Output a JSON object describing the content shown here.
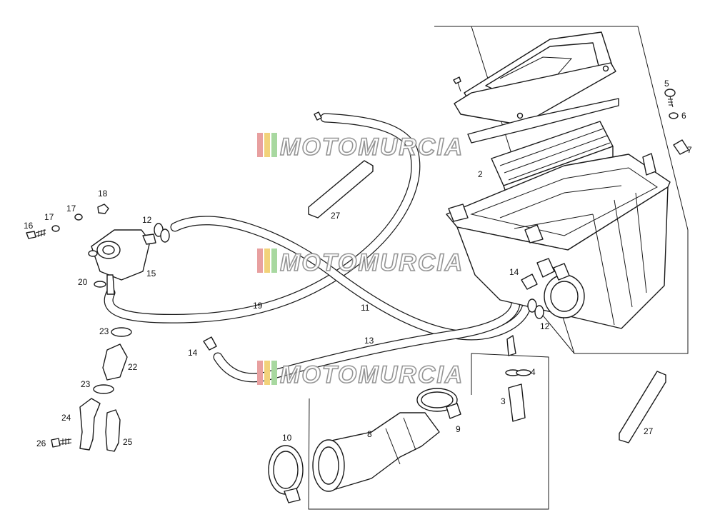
{
  "diagram": {
    "callouts": [
      {
        "id": "c1",
        "text": "2"
      },
      {
        "id": "c2",
        "text": "5"
      },
      {
        "id": "c3",
        "text": "6"
      },
      {
        "id": "c4",
        "text": "7"
      },
      {
        "id": "c5",
        "text": "27"
      },
      {
        "id": "c6",
        "text": "18"
      },
      {
        "id": "c7",
        "text": "17"
      },
      {
        "id": "c8",
        "text": "17"
      },
      {
        "id": "c9",
        "text": "16"
      },
      {
        "id": "c10",
        "text": "12"
      },
      {
        "id": "c11",
        "text": "15"
      },
      {
        "id": "c12",
        "text": "20"
      },
      {
        "id": "c13",
        "text": "19"
      },
      {
        "id": "c14",
        "text": "11"
      },
      {
        "id": "c15",
        "text": "14"
      },
      {
        "id": "c16",
        "text": "12"
      },
      {
        "id": "c17",
        "text": "23"
      },
      {
        "id": "c18",
        "text": "22"
      },
      {
        "id": "c19",
        "text": "14"
      },
      {
        "id": "c20",
        "text": "13"
      },
      {
        "id": "c21",
        "text": "23"
      },
      {
        "id": "c22",
        "text": "24"
      },
      {
        "id": "c23",
        "text": "25"
      },
      {
        "id": "c24",
        "text": "26"
      },
      {
        "id": "c25",
        "text": "4"
      },
      {
        "id": "c26",
        "text": "3"
      },
      {
        "id": "c27",
        "text": "9"
      },
      {
        "id": "c28",
        "text": "8"
      },
      {
        "id": "c29",
        "text": "10"
      },
      {
        "id": "c30",
        "text": "27"
      }
    ]
  },
  "watermark": {
    "text": "MOTOMURCIA",
    "stripe_colors": [
      "#e8a0a0",
      "#f2d27a",
      "#a8d8a0"
    ]
  }
}
